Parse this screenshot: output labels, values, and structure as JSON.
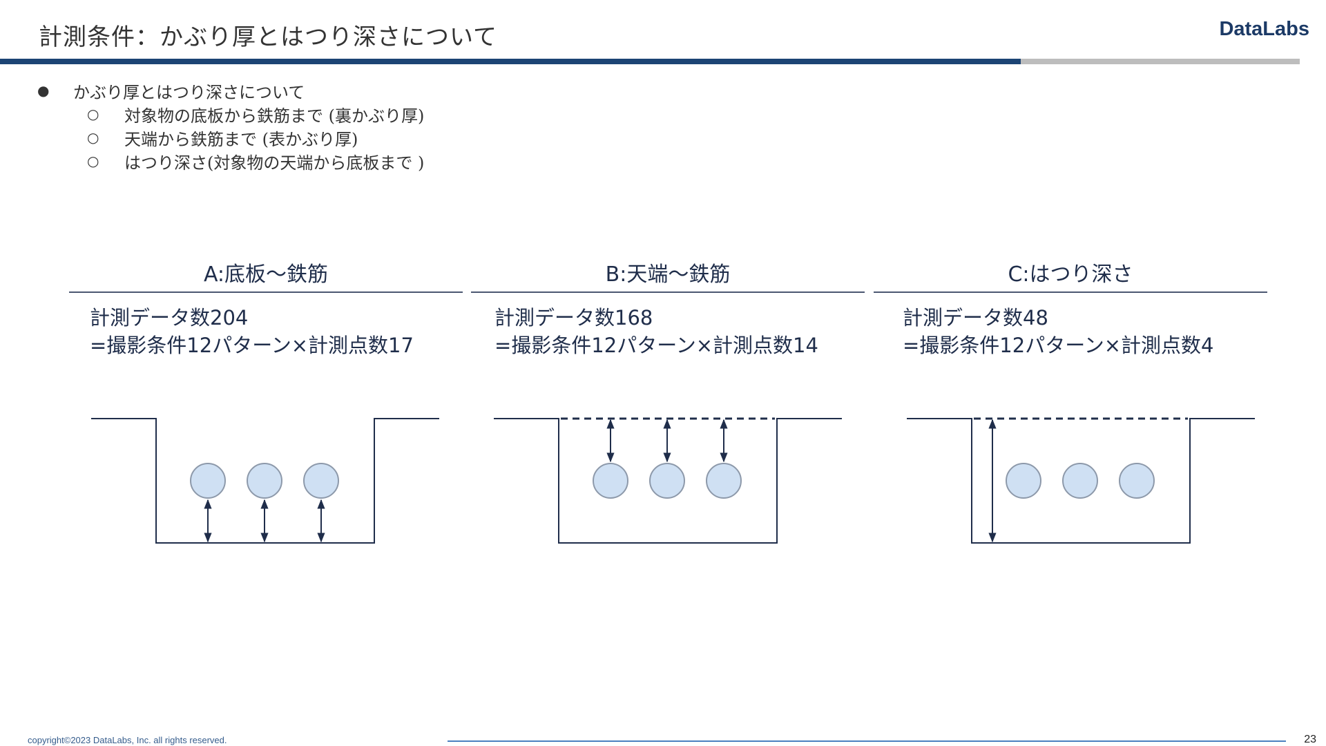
{
  "header": {
    "title": "計測条件：かぶり厚とはつり深さについて",
    "logo": "DataLabs"
  },
  "bullets": {
    "main": {
      "marker": "●",
      "text": "かぶり厚とはつり深さについて"
    },
    "sub": [
      {
        "marker": "○",
        "text": "対象物の底板から鉄筋まで (裏かぶり厚)"
      },
      {
        "marker": "○",
        "text": "天端から鉄筋まで (表かぶり厚)"
      },
      {
        "marker": "○",
        "text": "はつり深さ(対象物の天端から底板まで )"
      }
    ]
  },
  "panels": [
    {
      "title": "A:底板〜鉄筋",
      "line1": "計測データ数204",
      "line2": "=撮影条件12パターン×計測点数17"
    },
    {
      "title": "B:天端〜鉄筋",
      "line1": "計測データ数168",
      "line2": "=撮影条件12パターン×計測点数14"
    },
    {
      "title": "C:はつり深さ",
      "line1": "計測データ数48",
      "line2": "=撮影条件12パターン×計測点数4"
    }
  ],
  "colors": {
    "accent_bar": "#1c4474",
    "secondary_bar": "#bdbdbd",
    "diagram_line": "#1f2d4a",
    "rebar_fill": "#cfe0f3",
    "rebar_stroke": "#8d99aa"
  },
  "footer": {
    "copyright": "copyright©2023 DataLabs, Inc. all rights reserved.",
    "page_number": "23"
  }
}
